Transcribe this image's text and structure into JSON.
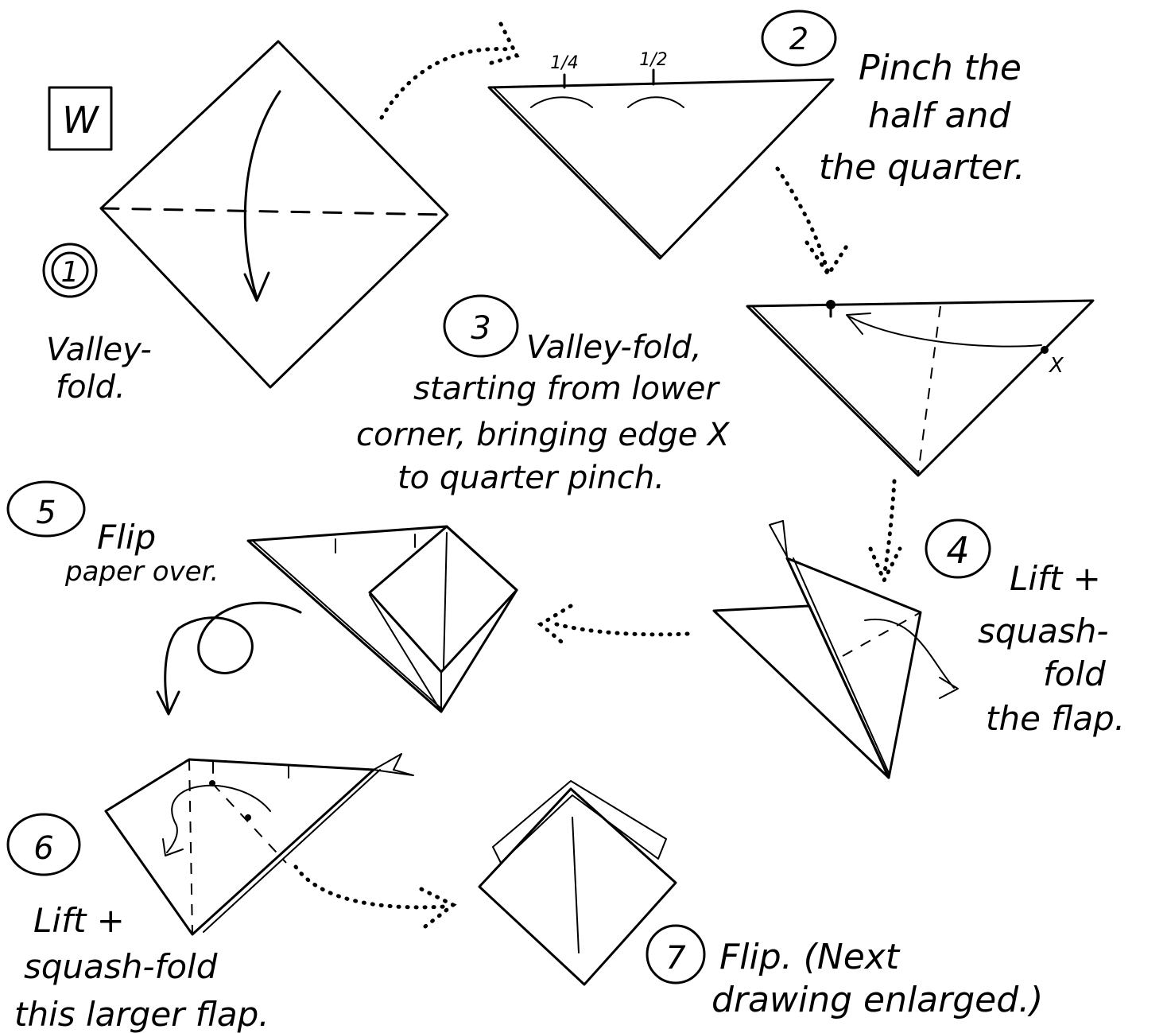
{
  "base_mark": "W",
  "steps": [
    {
      "number": "1",
      "lines": [
        "Valley-",
        "fold."
      ]
    },
    {
      "number": "2",
      "lines": [
        "Pinch the",
        "half and",
        "the quarter."
      ],
      "marks": [
        "1/4",
        "1/2"
      ]
    },
    {
      "number": "3",
      "lines": [
        "Valley-fold,",
        "starting from lower",
        "corner, bringing edge X",
        "to quarter pinch."
      ],
      "point_label": "X"
    },
    {
      "number": "4",
      "lines": [
        "Lift +",
        "squash-",
        "fold",
        "the flap."
      ]
    },
    {
      "number": "5",
      "lines": [
        "Flip",
        "paper over."
      ]
    },
    {
      "number": "6",
      "lines": [
        "Lift +",
        "squash-fold",
        "this larger flap."
      ]
    },
    {
      "number": "7",
      "lines": [
        "Flip. (Next",
        "drawing enlarged.)"
      ]
    }
  ]
}
